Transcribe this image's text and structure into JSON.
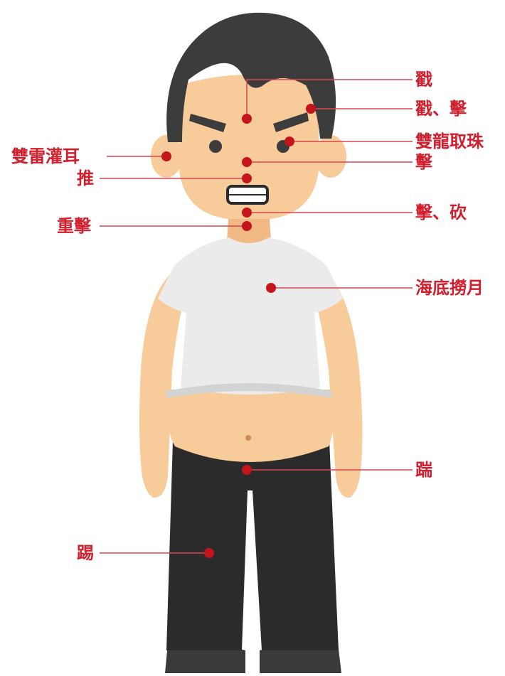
{
  "colors": {
    "label": "#d11f2e",
    "dot": "#c4141c",
    "leader_line": "#d9464f",
    "skin": "#f8cc9a",
    "skin_shadow": "#f1b986",
    "hair": "#3c3c3c",
    "shirt": "#ebebeb",
    "shirt_hem": "#d3d3d3",
    "pants": "#2b2b2b",
    "shoes": "#3a3a3a",
    "navel": "#c98a5a"
  },
  "icon": "cartoon-man-figure",
  "labels": {
    "forehead": "戳",
    "right_temple": "戳、擊",
    "right_eye": "雙龍取珠",
    "left_ear": "雙雷灌耳",
    "nose_bridge": "擊",
    "upper_lip": "推",
    "chin": "擊、砍",
    "throat": "重擊",
    "chest": "海底撈月",
    "groin": "踹",
    "thigh": "踢"
  }
}
